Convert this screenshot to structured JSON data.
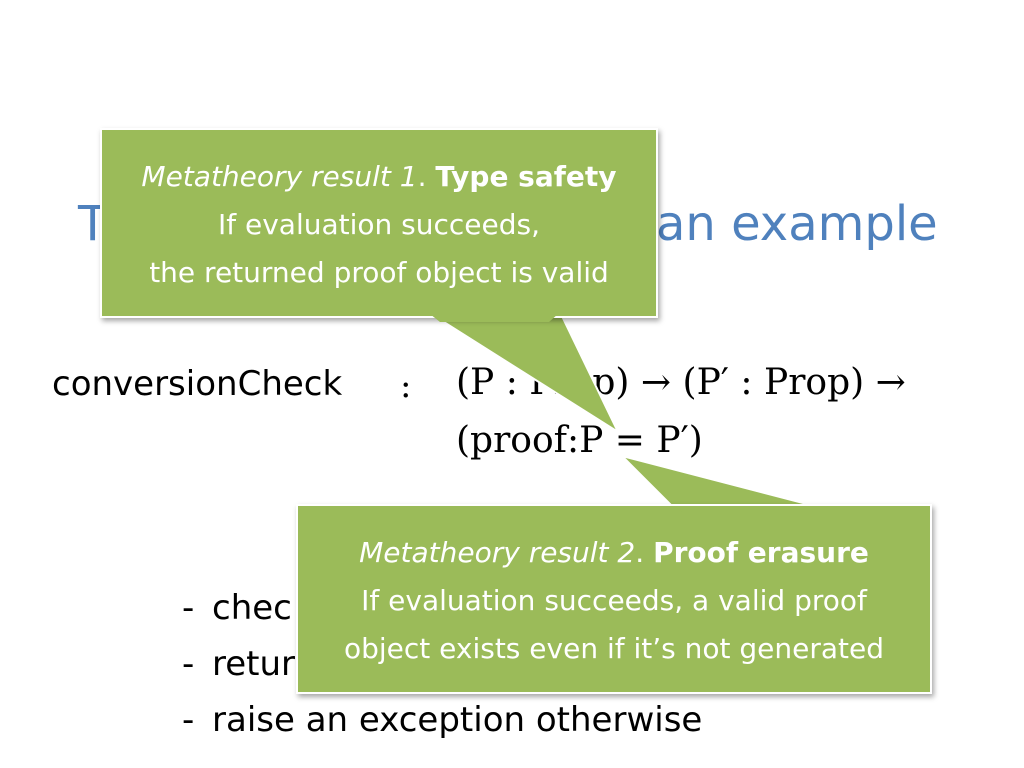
{
  "slide": {
    "title_left": "T",
    "title_right": "an example",
    "signature": {
      "name": "conversionCheck",
      "colon": ":",
      "type_line1": "(P : Prop) → (P′ : Prop) →",
      "type_line2": "(proof:P = P′)"
    },
    "bullets": [
      {
        "dash": "-",
        "text": "chec"
      },
      {
        "dash": "-",
        "text": "retur"
      },
      {
        "dash": "-",
        "text": "raise an exception otherwise"
      }
    ]
  },
  "callout1": {
    "label_italic": "Metatheory result 1",
    "label_sep": ". ",
    "label_bold": "Type safety",
    "line2": "If evaluation succeeds,",
    "line3": "the returned proof object is valid"
  },
  "callout2": {
    "label_italic": "Metatheory result 2",
    "label_sep": ". ",
    "label_bold": "Proof erasure",
    "line2": "If evaluation succeeds, a valid proof",
    "line3": "object exists even if it’s not generated"
  },
  "colors": {
    "title": "#4f81bd",
    "callout_fill": "#9bbb59",
    "callout_text": "#ffffff"
  }
}
